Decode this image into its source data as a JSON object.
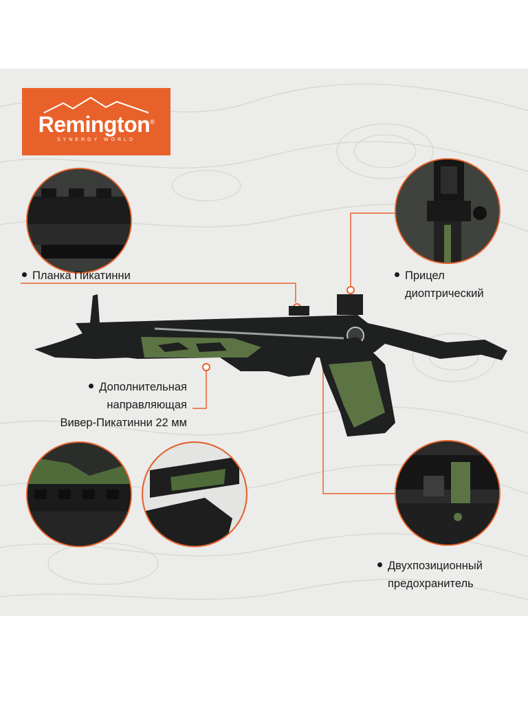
{
  "brand": {
    "name": "Remington",
    "registered": "®",
    "tagline": "SYNERGY WORLD",
    "color": "#e8612a"
  },
  "callouts": {
    "picatinny": "Планка Пикатинни",
    "sight_line1": "Прицел",
    "sight_line2": "диоптрический",
    "rail_line1": "Дополнительная",
    "rail_line2": "направляющая",
    "rail_line3": "Вивер-Пикатинни 22 мм",
    "safety_line1": "Двухпозиционный",
    "safety_line2": "предохранитель"
  },
  "colors": {
    "accent": "#e8612a",
    "background": "#ececea",
    "stock_black": "#1f2020",
    "grip_green": "#5c7443"
  }
}
